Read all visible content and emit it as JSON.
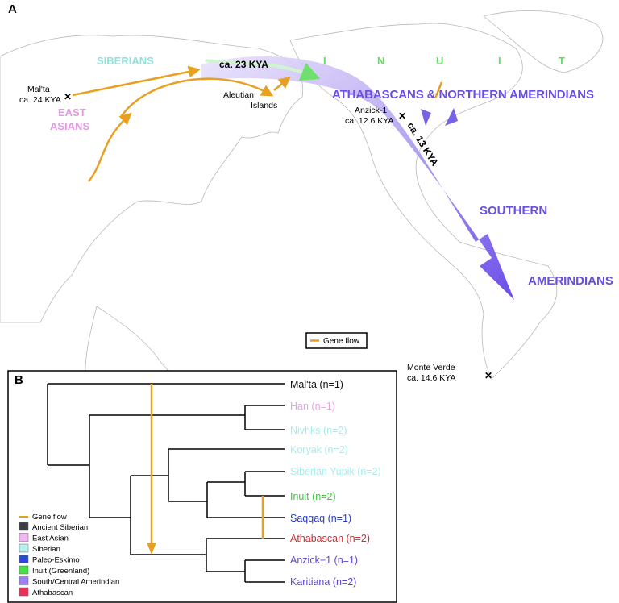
{
  "panel_a": {
    "label": "A",
    "populations": {
      "siberians": "SIBERIANS",
      "east_asians_1": "EAST",
      "east_asians_2": "ASIANS",
      "inuit_letters": [
        "I",
        "N",
        "U",
        "I",
        "T"
      ],
      "athabascans": "ATHABASCANS  &  NORTHERN AMERINDIANS",
      "southern": "SOUTHERN",
      "amerindians": "AMERINDIANS"
    },
    "sites": {
      "malta_name": "Mal'ta",
      "malta_date": "ca. 24 KYA",
      "anzick_name": "Anzick-1",
      "anzick_date": "ca. 12.6 KYA",
      "monte_verde_name": "Monte Verde",
      "monte_verde_date": "ca. 14.6 KYA",
      "aleutian_1": "Aleutian",
      "aleutian_2": "Islands",
      "marker": "✕"
    },
    "dates": {
      "beringia": "ca. 23 KYA",
      "split": "ca. 13 KYA"
    },
    "legend": {
      "gene_flow": "Gene flow"
    }
  },
  "panel_b": {
    "label": "B",
    "taxa": [
      {
        "name": "Mal'ta (n=1)",
        "color": "#111111"
      },
      {
        "name": "Han (n=1)",
        "color": "#e3a3e6"
      },
      {
        "name": "Nivhks (n=2)",
        "color": "#a8ecec"
      },
      {
        "name": "Koryak (n=2)",
        "color": "#a8ecec"
      },
      {
        "name": "Siberian Yupik (n=2)",
        "color": "#a8ecec"
      },
      {
        "name": "Inuit (n=2)",
        "color": "#3ec83e"
      },
      {
        "name": "Saqqaq (n=1)",
        "color": "#2a3fb8"
      },
      {
        "name": "Athabascan (n=2)",
        "color": "#d8262e"
      },
      {
        "name": "Anzick−1 (n=1)",
        "color": "#5a48c8"
      },
      {
        "name": "Karitiana (n=2)",
        "color": "#5a48c8"
      }
    ],
    "legend": {
      "gene_flow": "Gene flow",
      "items": [
        {
          "label": "Ancient Siberian",
          "color": "#3a3f44"
        },
        {
          "label": "East Asian",
          "color": "#f0b8f0"
        },
        {
          "label": "Siberian",
          "color": "#b8f0ec"
        },
        {
          "label": "Paleo-Eskimo",
          "color": "#3048d8"
        },
        {
          "label": "Inuit (Greenland)",
          "color": "#48e048"
        },
        {
          "label": "South/Central Amerindian",
          "color": "#9a80f0"
        },
        {
          "label": "Athabascan",
          "color": "#e8305a"
        }
      ]
    }
  },
  "colors": {
    "gene_flow": "#e8a020",
    "migration": "#6a4fe0",
    "siberian_text": "#8ee3dc",
    "east_asian_text": "#e497e6",
    "inuit_text": "#5ee05e"
  }
}
